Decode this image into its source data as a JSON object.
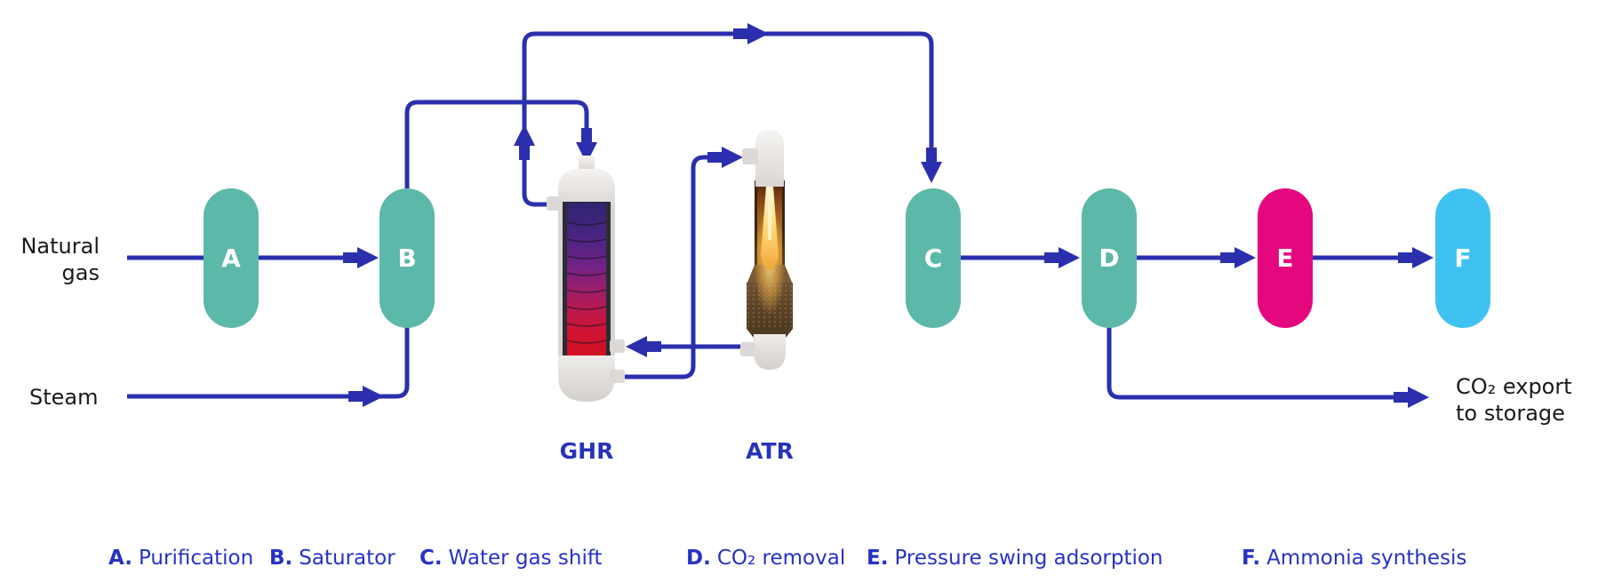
{
  "diagram": {
    "streams": {
      "natural_gas_line1": "Natural",
      "natural_gas_line2": "gas",
      "steam": "Steam",
      "co2_export_line1": "CO₂ export",
      "co2_export_line2": "to storage"
    },
    "reactors": [
      {
        "id": "ghr",
        "label": "GHR"
      },
      {
        "id": "atr",
        "label": "ATR"
      }
    ],
    "nodes": [
      {
        "letter": "A",
        "color": "#5CB8A8"
      },
      {
        "letter": "B",
        "color": "#5CB8A8"
      },
      {
        "letter": "C",
        "color": "#5CB8A8"
      },
      {
        "letter": "D",
        "color": "#5CB8A8"
      },
      {
        "letter": "E",
        "color": "#E5077D"
      },
      {
        "letter": "F",
        "color": "#3FC2F2"
      }
    ],
    "legend": [
      {
        "letter": "A.",
        "label": "Purification"
      },
      {
        "letter": "B.",
        "label": "Saturator"
      },
      {
        "letter": "C.",
        "label": "Water gas shift"
      },
      {
        "letter": "D.",
        "label": "CO₂ removal"
      },
      {
        "letter": "E.",
        "label": "Pressure swing adsorption"
      },
      {
        "letter": "F.",
        "label": "Ammonia synthesis"
      }
    ],
    "colors": {
      "node_teal": "#5CB8A8",
      "node_pink": "#E5077D",
      "node_lightblue": "#3FC2F2",
      "flow_line_blue": "#2B2FAE",
      "text_blue": "#2732C3",
      "text_black": "#1A1A1A"
    }
  }
}
